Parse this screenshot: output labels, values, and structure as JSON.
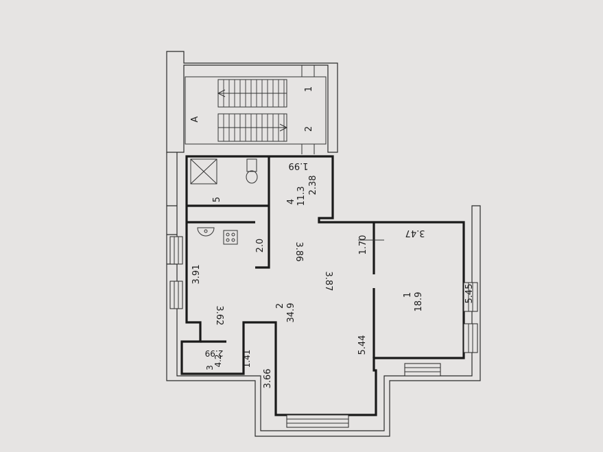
{
  "plan": {
    "stair_label": "A",
    "stair_flight_1": "1",
    "stair_flight_2": "2",
    "rooms": [
      {
        "id": "1",
        "number": "1",
        "area": "18.9"
      },
      {
        "id": "2",
        "number": "2",
        "area": "34.9"
      },
      {
        "id": "3",
        "number": "3",
        "area": "4.2"
      },
      {
        "id": "4",
        "number": "4",
        "area": "11.3"
      },
      {
        "id": "5",
        "number": "5",
        "area": ""
      }
    ],
    "dimensions": {
      "d_1_99": "1.99",
      "d_2_38": "2.38",
      "d_3_86": "3.86",
      "d_2_0": "2.0",
      "d_1_70": "1.70",
      "d_3_47": "3.47",
      "d_3_91": "3.91",
      "d_3_87": "3.87",
      "d_3_62": "3.62",
      "d_5_45": "5.45",
      "d_2_99": "2.99",
      "d_1_41": "1.41",
      "d_5_44": "5.44",
      "d_3_66": "3.66"
    }
  }
}
